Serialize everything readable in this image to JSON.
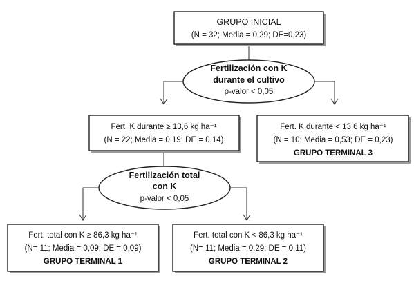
{
  "root": {
    "title": "GRUPO INICIAL",
    "stats": "(N = 32; Media = 0,29; DE=0,23)"
  },
  "split1": {
    "line1": "Fertilización con K",
    "line2": "durante el cultivo",
    "pvalue": "p-valor < 0,05"
  },
  "node_left": {
    "label": "Fert. K durante ≥ 13,6 kg ha⁻¹",
    "stats": "(N = 22; Media = 0,19; DE = 0,14)"
  },
  "node_right": {
    "label": "Fert. K durante < 13,6 kg ha⁻¹",
    "stats": "(N = 10; Media = 0,53; DE = 0,23)",
    "group": "GRUPO TERMINAL 3"
  },
  "split2": {
    "line1": "Fertilización total",
    "line2": "con K",
    "pvalue": "p-valor < 0,05"
  },
  "leaf1": {
    "label": "Fert. total con K ≥ 86,3 kg ha⁻¹",
    "stats": "(N= 11; Media = 0,09; DE = 0,09)",
    "group": "GRUPO TERMINAL 1"
  },
  "leaf2": {
    "label": "Fert. total con K < 86,3 kg ha⁻¹",
    "stats": "(N= 11; Media = 0,29; DE = 0,11)",
    "group": "GRUPO TERMINAL 2"
  }
}
